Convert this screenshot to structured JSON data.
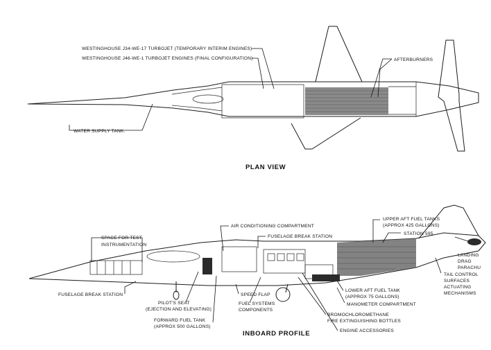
{
  "plan_view": {
    "title": "PLAN VIEW",
    "labels": {
      "j34": "WESTINGHOUSE J34-WE-17 TURBOJET (TEMPORARY INTERIM ENGINES)",
      "j46": "WESTINGHOUSE J46-WE-1 TURBOJET ENGINES (FINAL CONFIGURATION)",
      "afterburners": "AFTERBURNERS",
      "water_tank": "WATER SUPPLY TANK."
    }
  },
  "inboard_profile": {
    "title": "INBOARD PROFILE",
    "labels": {
      "space_test_1": "SPACE FOR TEST",
      "space_test_2": "INSTRUMENTATION",
      "air_cond": "AIR CONDITIONING COMPARTMENT",
      "fuselage_break_top": "FUSELAGE BREAK STATION",
      "upper_aft_1": "UPPER AFT FUEL TANKS",
      "upper_aft_2": "(APPROX 425 GALLONS)",
      "station_595": "STATION 595",
      "landing_1": "LANDING",
      "landing_2": "DRAG",
      "landing_3": "PARACHU",
      "tail_1": "TAIL CONTROL",
      "tail_2": "SURFACES",
      "tail_3": "ACTUATING",
      "tail_4": "MECHANISMS",
      "fuselage_break_bottom": "FUSELAGE BREAK STATION",
      "speed_flap": "SPEED FLAP",
      "fuel_sys_1": "FUEL SYSTEMS",
      "fuel_sys_2": "COMPONENTS",
      "lower_aft_1": "LOWER AFT FUEL TANK",
      "lower_aft_2": "(APPROX 75 GALLONS)",
      "manometer": "MANOMETER COMPARTMENT",
      "pilot_1": "PILOT'S SEAT",
      "pilot_2": "(EJECTION AND ELEVATING)",
      "bromo_1": "BROMOCHLOROMETHANE",
      "bromo_2": "FIRE EXTINGUISHING BOTTLES",
      "forward_fuel_1": "FORWARD FUEL TANK",
      "forward_fuel_2": "(APPROX 500 GALLONS)",
      "engine_acc": "ENGINE ACCESSORIES"
    }
  }
}
